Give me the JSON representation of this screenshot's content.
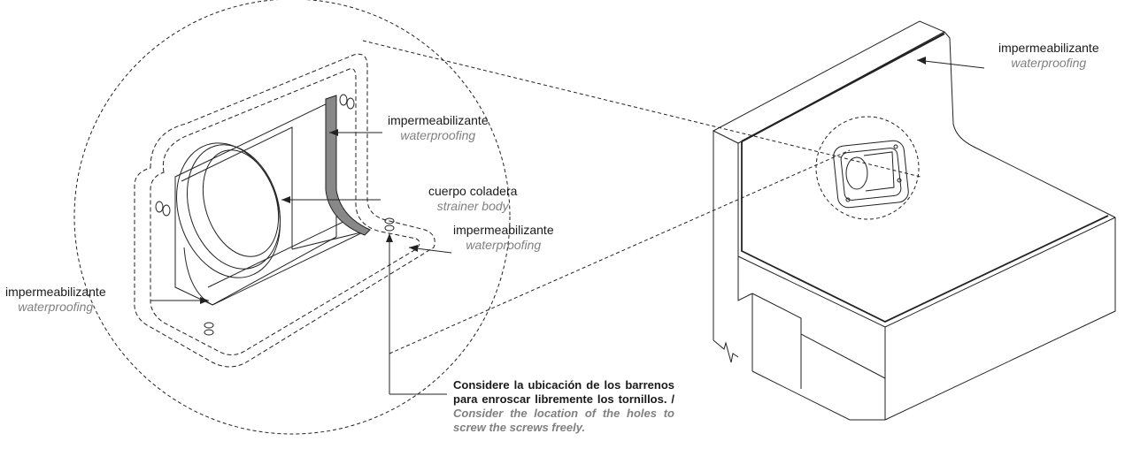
{
  "labels": {
    "right_wall": {
      "es": "impermeabilizante",
      "en": "waterproofing"
    },
    "left_vertical": {
      "es": "impermeabilizante",
      "en": "waterproofing"
    },
    "strainer_body": {
      "es": "cuerpo coladera",
      "en": "strainer body"
    },
    "flange": {
      "es": "impermeabilizante",
      "en": "waterproofing"
    },
    "bottom_left": {
      "es": "impermeabilizante",
      "en": "waterproofing"
    }
  },
  "note": {
    "es": "Considere la ubicación de los barrenos para enroscar libremente los tornillos. /",
    "en": "Consider the location of the holes to screw the screws freely."
  },
  "colors": {
    "line": "#222222",
    "membrane": "#888888",
    "english_text": "#808080"
  }
}
